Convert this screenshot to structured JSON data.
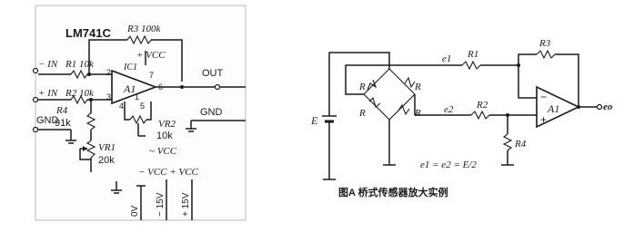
{
  "left_circuit": {
    "chip": "LM741C",
    "r3": "R3 100k",
    "vcc_top": "+ VCC",
    "ic1": "IC1",
    "in_minus": "− IN",
    "in_plus": "+ IN",
    "r1": "R1 10k",
    "r2": "R2 10k",
    "out": "OUT",
    "a1": "A1",
    "pin2": "2",
    "pin3": "3",
    "pin4": "4",
    "pin5": "5",
    "pin6": "6",
    "pin7": "7",
    "pin1": "1",
    "gnd_left": "GND",
    "gnd_right": "GND",
    "r4": "R4",
    "r4_val": "91k",
    "vr1": "VR1",
    "vr1_val": "20k",
    "vr2": "VR2",
    "vr2_val": "10k",
    "neg_vcc": "~ VCC",
    "bottom_vcc": "− VCC + VCC",
    "pin_0v": "0V",
    "pin_m15": "− 15V",
    "pin_p15": "+ 15V"
  },
  "right_circuit": {
    "e1": "e1",
    "e2": "e2",
    "r1": "R1",
    "r2": "R2",
    "r3": "R3",
    "r4": "R4",
    "r_tl": "R",
    "r_tr": "R",
    "r_bl": "R",
    "r_br": "R",
    "e_src": "E",
    "a1": "A1",
    "minus": "−",
    "plus": "+",
    "eo": "eo",
    "formula": "e1 = e2 = E/2",
    "caption": "图A 桥式传感器放大实例"
  }
}
